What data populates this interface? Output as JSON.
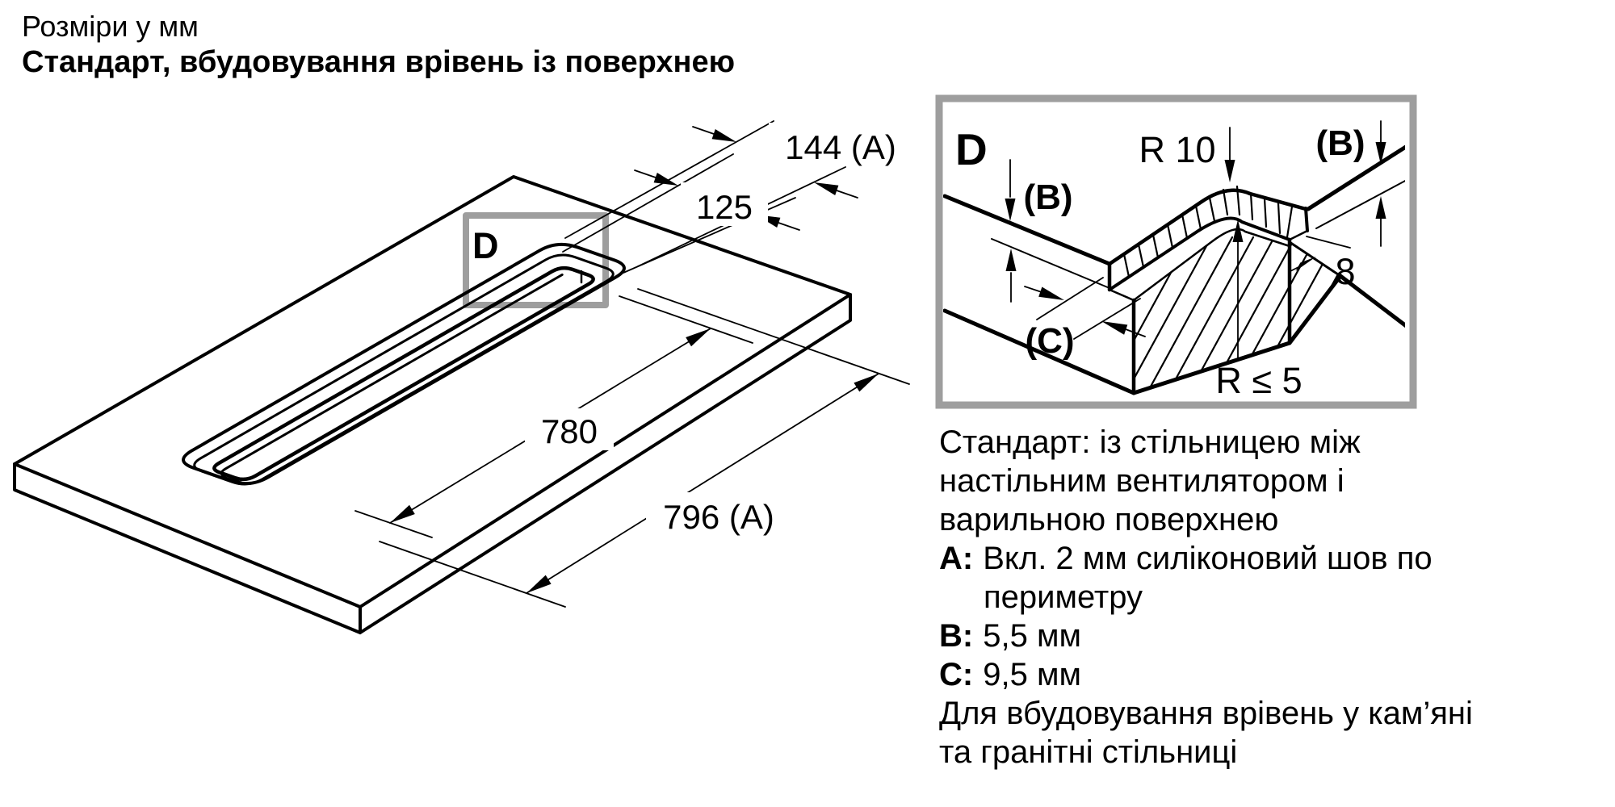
{
  "title": {
    "line1": "Розміри у мм",
    "line2": "Стандарт, вбудовування врівень із поверхнею"
  },
  "main_view": {
    "detail_marker": "D",
    "dims": {
      "outer_width": "144 (A)",
      "inner_width": "125",
      "inner_length": "780",
      "outer_length": "796 (A)"
    }
  },
  "detail_view": {
    "label": "D",
    "radius_outer": "R 10",
    "gap_left": "(B)",
    "gap_right": "(B)",
    "depth": "(C)",
    "ledge_width": "8",
    "radius_inner": "R ≤ 5"
  },
  "notes": {
    "intro": [
      "Стандарт: із стільницею між",
      "настільним вентилятором і",
      "варильною поверхнею"
    ],
    "a": {
      "key": "A:",
      "text": "Вкл. 2 мм силіконовий шов по",
      "text2": "периметру"
    },
    "b": {
      "key": "B:",
      "text": "5,5 мм"
    },
    "c": {
      "key": "C:",
      "text": "9,5 мм"
    },
    "outro": [
      "Для вбудовування врівень у кам’яні",
      "та гранітні стільниці"
    ]
  },
  "colors": {
    "line": "#000000",
    "detail_frame": "#9e9e9e",
    "background": "#ffffff"
  }
}
